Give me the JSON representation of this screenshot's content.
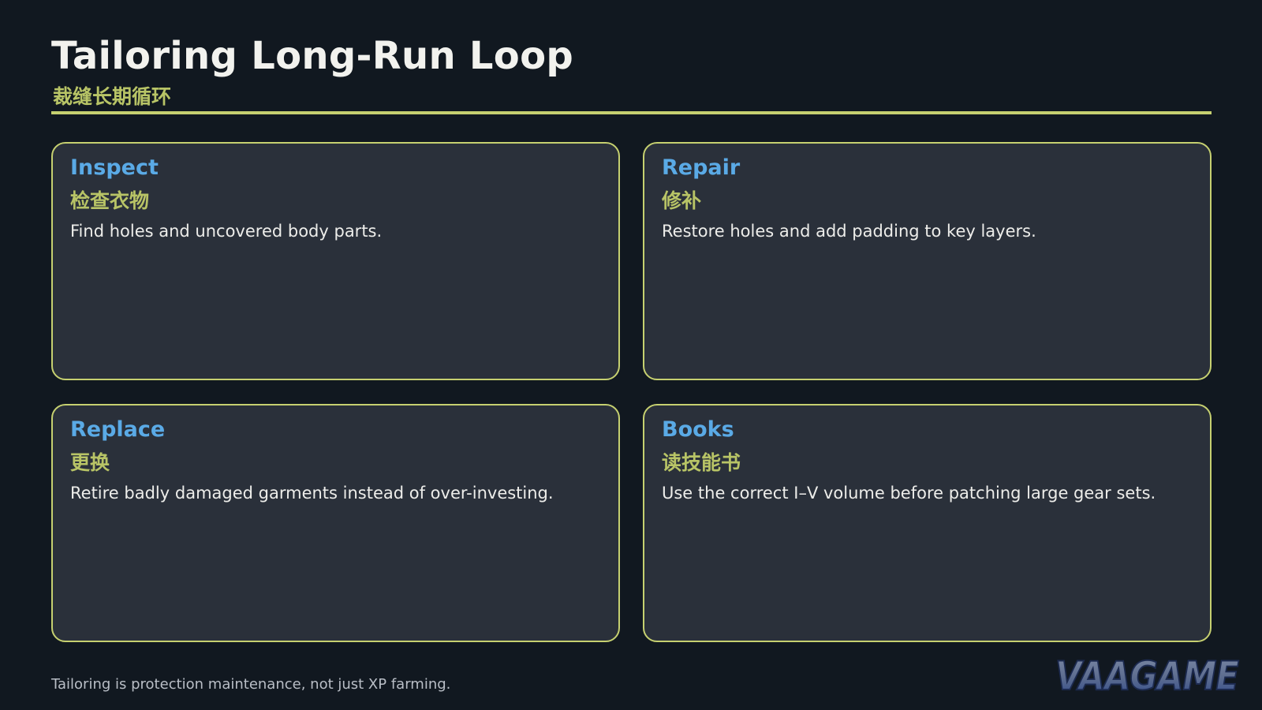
{
  "header": {
    "title": "Tailoring Long-Run Loop",
    "subtitle": "裁缝长期循环"
  },
  "cards": [
    {
      "title": "Inspect",
      "title_cn": "检查衣物",
      "description": "Find holes and uncovered body parts."
    },
    {
      "title": "Repair",
      "title_cn": "修补",
      "description": "Restore holes and add padding to key layers."
    },
    {
      "title": "Replace",
      "title_cn": "更换",
      "description": "Retire badly damaged garments instead of over-investing."
    },
    {
      "title": "Books",
      "title_cn": "读技能书",
      "description": "Use the correct I–V volume before patching large gear sets."
    }
  ],
  "footer": {
    "note": "Tailoring is protection maintenance, not just XP farming."
  },
  "logo": {
    "text": "VAAGAME"
  },
  "colors": {
    "background": "#111820",
    "card_background": "#2a303a",
    "accent_border": "#c6d070",
    "chinese_text": "#b8c466",
    "card_title": "#5aaae6",
    "title_text": "#f2f2ee",
    "logo_fill": "#5b6b8e"
  }
}
